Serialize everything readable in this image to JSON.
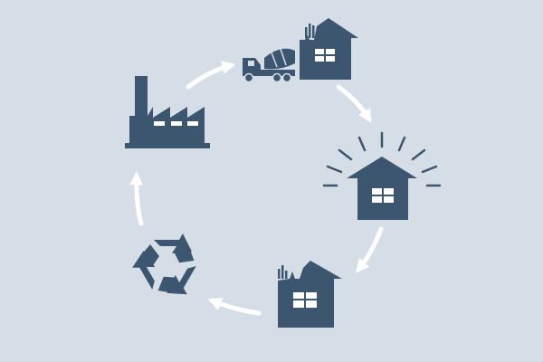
{
  "diagram": {
    "background": "#d5dee6",
    "icon_color": "#3d5670",
    "arrow_color": "#ffffff",
    "window_color": "#ffffff",
    "nodes": [
      {
        "name": "factory-icon",
        "icon": "factory"
      },
      {
        "name": "concrete-mixer-truck-icon",
        "icon": "concrete-mixer-truck"
      },
      {
        "name": "house-under-construction-icon",
        "icon": "house-under-construction"
      },
      {
        "name": "finished-house-icon",
        "icon": "house-with-radiating-lines"
      },
      {
        "name": "demolished-house-icon",
        "icon": "broken-house"
      },
      {
        "name": "recycle-icon",
        "icon": "recycling-symbol"
      }
    ],
    "arrows": [
      {
        "name": "arrow-factory-to-truck"
      },
      {
        "name": "arrow-construction-to-finished-house"
      },
      {
        "name": "arrow-finished-to-demolished-house"
      },
      {
        "name": "arrow-demolished-house-to-recycle"
      },
      {
        "name": "arrow-recycle-to-factory"
      }
    ]
  }
}
